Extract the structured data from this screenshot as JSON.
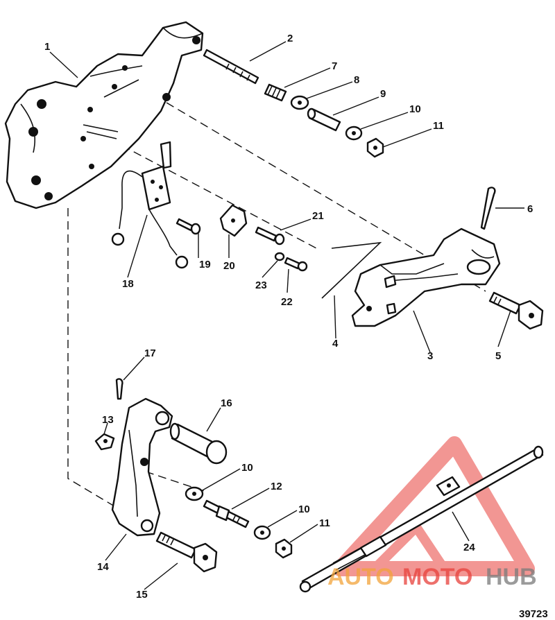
{
  "diagram": {
    "figure_number": "39723",
    "part_labels": {
      "p1": "1",
      "p2": "2",
      "p3": "3",
      "p4": "4",
      "p5": "5",
      "p6": "6",
      "p7": "7",
      "p8": "8",
      "p9": "9",
      "p10a": "10",
      "p10b": "10",
      "p10c": "10",
      "p11a": "11",
      "p11b": "11",
      "p12": "12",
      "p13": "13",
      "p14": "14",
      "p15": "15",
      "p16": "16",
      "p17": "17",
      "p18": "18",
      "p19": "19",
      "p20": "20",
      "p21": "21",
      "p22": "22",
      "p23": "23",
      "p24": "24"
    }
  },
  "watermark": {
    "text_a": "AUTO",
    "text_b": "MOTO",
    "text_c": "HUB",
    "color_red": "#e8413c",
    "color_orange": "#f2a33a",
    "color_dark": "#7a7a7a"
  }
}
